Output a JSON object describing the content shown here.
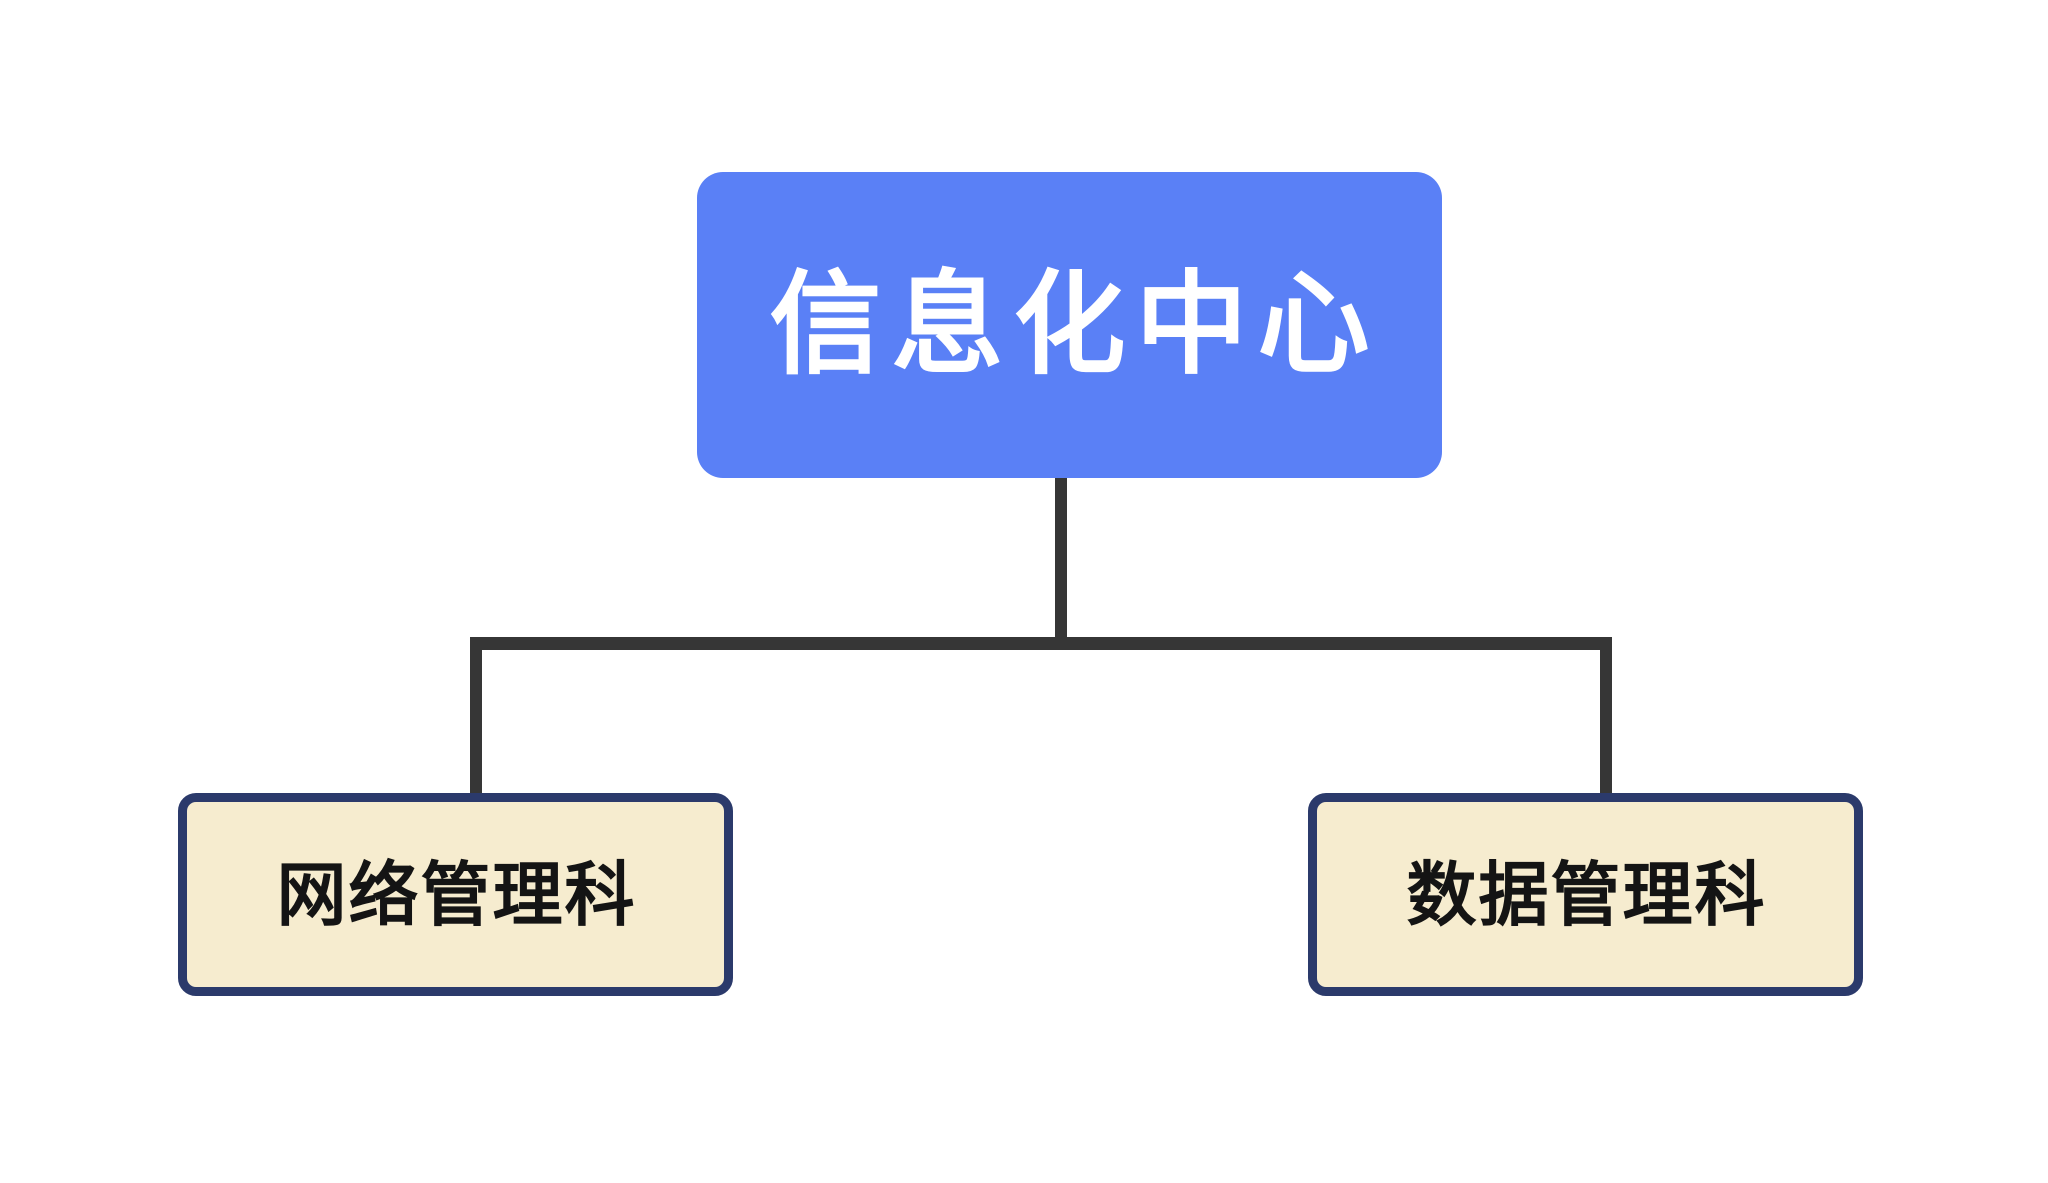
{
  "org": {
    "root": {
      "label": "信息化中心"
    },
    "children": [
      {
        "label": "网络管理科"
      },
      {
        "label": "数据管理科"
      }
    ]
  },
  "colors": {
    "background": "#ffffff",
    "root_fill": "#5a80f6",
    "root_text": "#ffffff",
    "child_fill": "#f6eccf",
    "child_border": "#2b3a6b",
    "child_text": "#141414",
    "connector": "#363636"
  }
}
